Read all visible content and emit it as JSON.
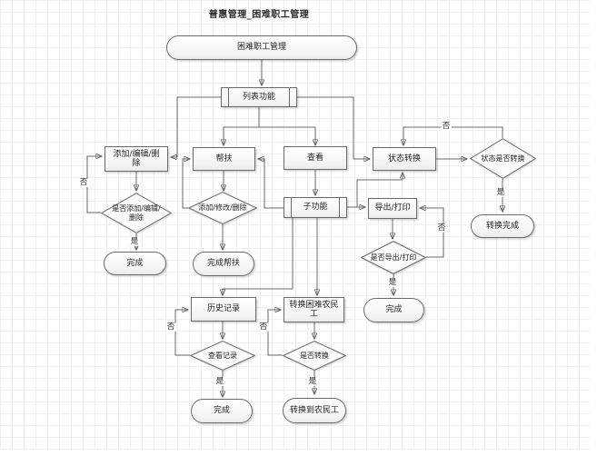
{
  "title": "普惠管理_困难职工管理",
  "labels": {
    "yes": "是",
    "no": "否"
  },
  "colors": {
    "node_border": "#6a6a6a",
    "connector": "#6a6a6a",
    "grid_line": "#e1e1e1",
    "node_fill": "#f3f3f3",
    "text": "#1f1f1f"
  },
  "nodes": {
    "start": {
      "type": "terminator",
      "label": "困难职工管理"
    },
    "list_function": {
      "type": "subroutine",
      "label": "列表功能"
    },
    "add_edit_delete": {
      "type": "process",
      "label": "添加/编辑/删除"
    },
    "is_add_edit_delete": {
      "type": "decision",
      "label": "是否添加/编辑/删除"
    },
    "done_add": {
      "type": "terminator",
      "label": "完成"
    },
    "assist": {
      "type": "process",
      "label": "帮扶"
    },
    "add_modify_delete": {
      "type": "decision",
      "label": "添加/修改/删除"
    },
    "done_assist": {
      "type": "terminator",
      "label": "完成帮扶"
    },
    "view": {
      "type": "process",
      "label": "查看"
    },
    "sub_function": {
      "type": "subroutine",
      "label": "子功能"
    },
    "status_transform": {
      "type": "process",
      "label": "状态转换"
    },
    "is_status_transform": {
      "type": "decision",
      "label": "状态是否转换"
    },
    "transform_done": {
      "type": "terminator",
      "label": "转换完成"
    },
    "export_print": {
      "type": "process",
      "label": "导出/打印"
    },
    "is_export_print": {
      "type": "decision",
      "label": "是否导出/打印"
    },
    "done_export": {
      "type": "terminator",
      "label": "完成"
    },
    "history": {
      "type": "process",
      "label": "历史记录"
    },
    "view_record": {
      "type": "decision",
      "label": "查看记录"
    },
    "done_history": {
      "type": "terminator",
      "label": "完成"
    },
    "convert_migrant": {
      "type": "process",
      "label": "转换困难农民工"
    },
    "is_convert": {
      "type": "decision",
      "label": "是否转换"
    },
    "convert_to_migrant": {
      "type": "terminator",
      "label": "转换到农民工"
    }
  }
}
